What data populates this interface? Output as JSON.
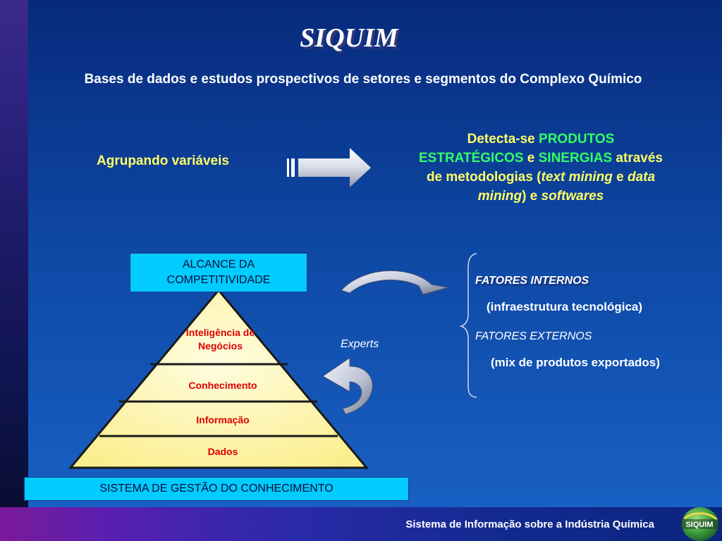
{
  "header": {
    "title": "SIQUIM",
    "subtitle": "Bases de dados e estudos prospectivos de setores e segmentos do Complexo Químico"
  },
  "flow": {
    "left_label": "Agrupando variáveis",
    "right_text": {
      "detecta": "Detecta-se ",
      "produtos": "PRODUTOS ESTRATÉGICOS",
      "e1": " e ",
      "sinergias": "SINERGIAS",
      "atraves": " através de metodologias (",
      "text_mining": "text mining",
      "e2": " e ",
      "data_mining": "data mining",
      "close": ") e ",
      "softwares": "softwares"
    }
  },
  "pyramid": {
    "top_box": "ALCANCE DA COMPETITIVIDADE",
    "levels": [
      "Inteligência de Negócios",
      "Conhecimento",
      "Informação",
      "Dados"
    ],
    "bottom_box": "SISTEMA DE GESTÃO DO CONHECIMENTO",
    "experts_label": "Experts"
  },
  "factors": {
    "internal_title": "FATORES INTERNOS",
    "internal_desc": "(infraestrutura tecnológica)",
    "external_title": "FATORES EXTERNOS",
    "external_desc": "(mix de produtos exportados)"
  },
  "footer": {
    "text": "Sistema de Informação sobre a Indústria Química",
    "logo_text": "SIQUIM"
  },
  "colors": {
    "background": "#0e48a4",
    "accent_yellow": "#ffff66",
    "accent_green": "#33ff66",
    "box_cyan": "#00ccff",
    "pyramid_fill": "#fff6b0",
    "pyramid_label": "#dd0000"
  }
}
